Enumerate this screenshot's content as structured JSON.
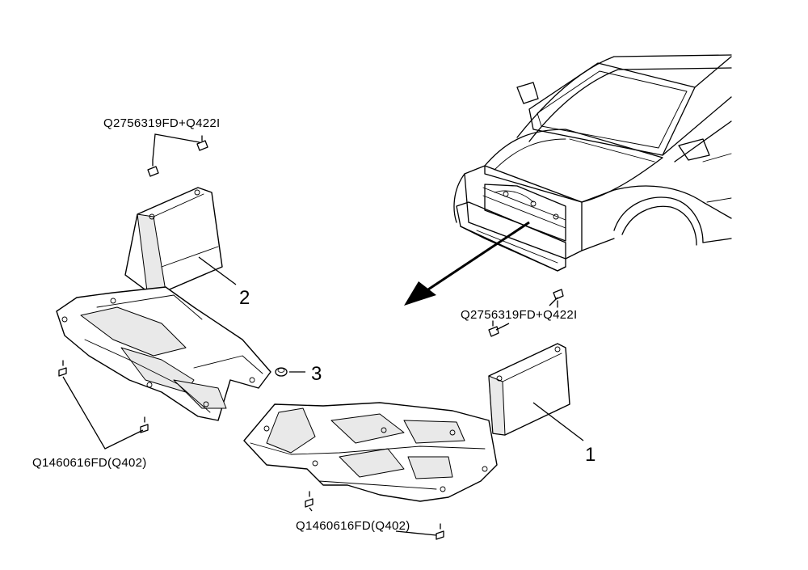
{
  "fastener_labels": {
    "upper_left_clip": "Q2756319FD+Q422I",
    "right_clip": "Q2756319FD+Q422I",
    "left_bolt": "Q1460616FD(Q402)",
    "bottom_bolt": "Q1460616FD(Q402)"
  },
  "callouts": {
    "part_1": "1",
    "part_2": "2",
    "part_3": "3"
  }
}
